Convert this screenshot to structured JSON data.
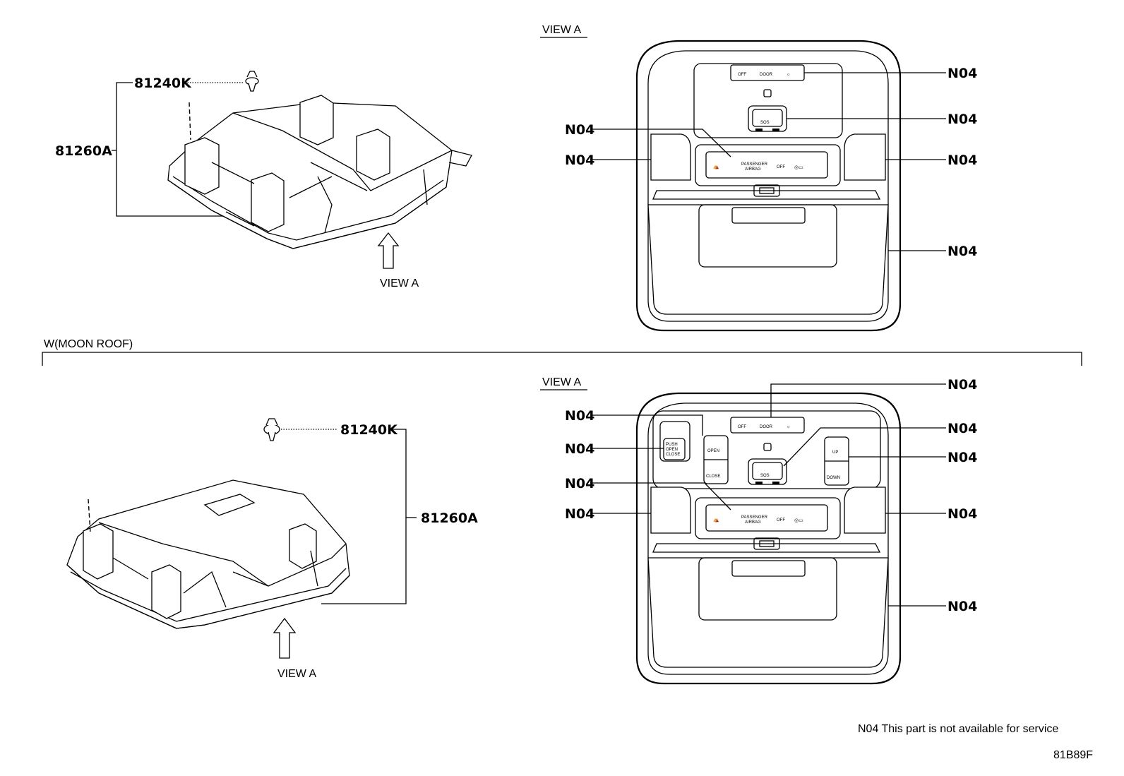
{
  "section_label": "W(MOON ROOF)",
  "view_label": "VIEW A",
  "parts": {
    "clip": "81240K",
    "lamp_assy": "81260A",
    "component": "N04"
  },
  "switch_text": {
    "off": "OFF",
    "door": "DOOR",
    "sos": "SOS",
    "passenger_airbag_line1": "PASSENGER",
    "passenger_airbag_line2": "AIRBAG",
    "airbag_off": "OFF",
    "open": "OPEN",
    "close": "CLOSE",
    "up": "UP",
    "down": "DOWN",
    "push_open_line1": "PUSH",
    "push_open_line2": "OPEN",
    "push_open_line3": "CLOSE"
  },
  "footnote": "N04 This part is not available for service",
  "diagram_id": "81B89F"
}
